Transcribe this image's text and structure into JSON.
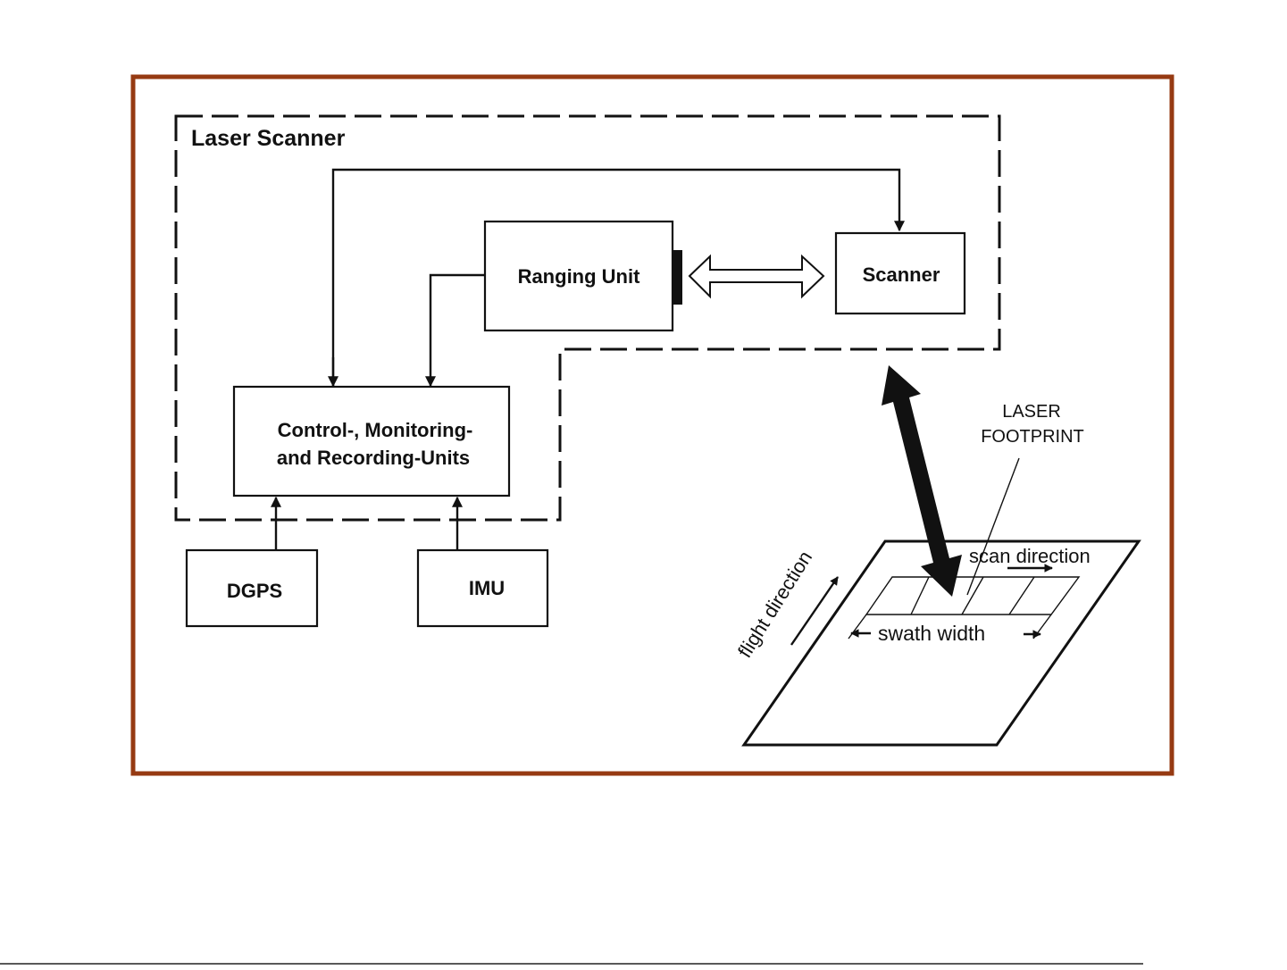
{
  "diagram": {
    "frame_color": "#963a12",
    "group": {
      "label": "Laser Scanner"
    },
    "components": {
      "ranging_unit": "Ranging Unit",
      "scanner": "Scanner",
      "control_unit_line1": "Control-, Monitoring-",
      "control_unit_line2": "and Recording-Units",
      "dgps": "DGPS",
      "imu": "IMU"
    },
    "ground_labels": {
      "laser_footprint_line1": "LASER",
      "laser_footprint_line2": "FOOTPRINT",
      "scan_direction": "scan direction",
      "swath_width": "swath width",
      "flight_direction": "flight direction"
    },
    "connections": [
      {
        "from": "Control-, Monitoring- and Recording-Units",
        "to": "Scanner",
        "type": "arrow"
      },
      {
        "from": "Ranging Unit",
        "to": "Control-, Monitoring- and Recording-Units",
        "type": "arrow"
      },
      {
        "from": "Ranging Unit",
        "to": "Scanner",
        "type": "bidirectional-hollow-arrow"
      },
      {
        "from": "DGPS",
        "to": "Control-, Monitoring- and Recording-Units",
        "type": "arrow"
      },
      {
        "from": "IMU",
        "to": "Control-, Monitoring- and Recording-Units",
        "type": "arrow"
      },
      {
        "from": "Scanner",
        "to": "Ground",
        "type": "bidirectional-solid-arrow"
      }
    ]
  }
}
